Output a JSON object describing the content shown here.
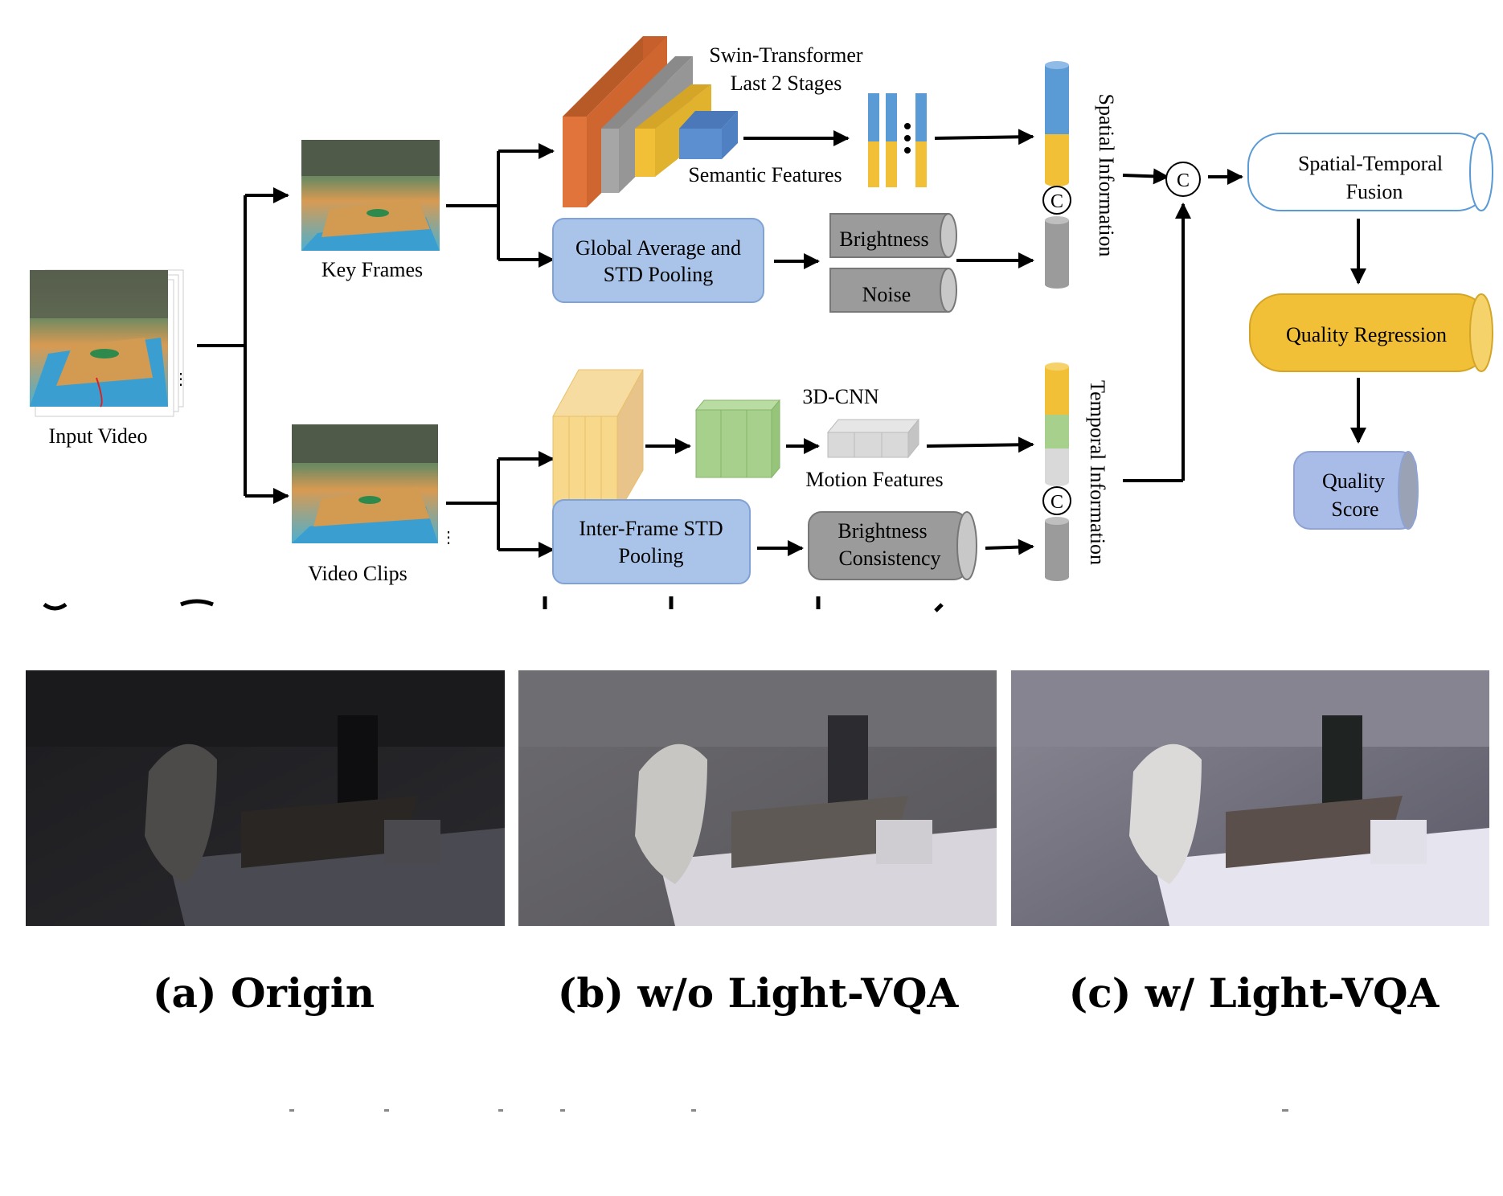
{
  "diagram": {
    "input_video_label": "Input Video",
    "key_frames_label": "Key Frames",
    "video_clips_label": "Video Clips",
    "swin_label_line1": "Swin-Transformer",
    "swin_label_line2": "Last 2 Stages",
    "semantic_features_label": "Semantic Features",
    "gap_label_line1": "Global Average and",
    "gap_label_line2": "STD Pooling",
    "brightness_label": "Brightness",
    "noise_label": "Noise",
    "spatial_info_label": "Spatial Information",
    "temporal_info_label": "Temporal Information",
    "concat_symbol": "C",
    "cnn3d_label": "3D-CNN",
    "motion_features_label": "Motion Features",
    "interframe_label_line1": "Inter-Frame STD",
    "interframe_label_line2": "Pooling",
    "brightness_consistency_line1": "Brightness",
    "brightness_consistency_line2": "Consistency",
    "fusion_line1": "Spatial-Temporal",
    "fusion_line2": "Fusion",
    "quality_regression_label": "Quality Regression",
    "quality_score_line1": "Quality",
    "quality_score_line2": "Score",
    "ellipsis": "⋮"
  },
  "comparison": {
    "captions": [
      "(a) Origin",
      "(b) w/o Light-VQA",
      "(c) w/ Light-VQA"
    ]
  },
  "colors": {
    "orange": "#E0743A",
    "gray_block": "#A6A6A6",
    "yellow": "#F2C037",
    "blue_block": "#5B8FD0",
    "pooling_fill": "#A9C4E8",
    "pooling_stroke": "#7FA3D6",
    "gray_cyl": "#9B9B9B",
    "green": "#A8D08D",
    "light_yellow": "#F8D88A",
    "light_gray": "#D9D9D9",
    "quality_regression": "#F2C037",
    "quality_score": "#A9BCE8",
    "feature_blue": "#5B9BD5"
  }
}
